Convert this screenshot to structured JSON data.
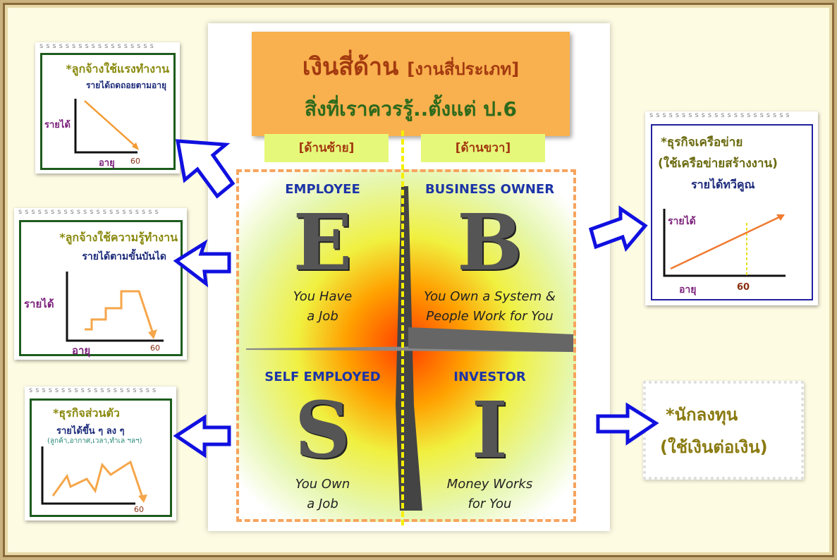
{
  "title": {
    "main": "เงินสี่ด้าน",
    "bracket": "[งานสี่ประเภท]",
    "subtitle": "สิ่งที่เราควรรู้..ตั้งแต่ ป.6"
  },
  "sides": {
    "left": "[ด้านซ้าย]",
    "right": "[ด้านขวา]"
  },
  "quadrants": [
    {
      "heading": "EMPLOYEE",
      "letter": "E",
      "line1": "You Have",
      "line2": "a Job"
    },
    {
      "heading": "BUSINESS OWNER",
      "letter": "B",
      "line1": "You Own a System &",
      "line2": "People Work for You"
    },
    {
      "heading": "SELF EMPLOYED",
      "letter": "S",
      "line1": "You Own",
      "line2": "a Job"
    },
    {
      "heading": "INVESTOR",
      "letter": "I",
      "line1": "Money Works",
      "line2": "for You"
    }
  ],
  "cards": {
    "employee_labor": {
      "title": "*ลูกจ้างใช้แรงทำงาน",
      "sub": "รายได้ถดถอยตามอายุ",
      "y": "รายได้",
      "x": "อายุ",
      "tick": "60"
    },
    "employee_knowledge": {
      "title": "*ลูกจ้างใช้ความรู้ทำงาน",
      "sub": "รายได้ตามขั้นบันได",
      "y": "รายได้",
      "x": "อายุ",
      "tick": "60"
    },
    "self_business": {
      "title": "*ธุรกิจส่วนตัว",
      "sub": "รายได้ขึ้น ๆ ลง ๆ",
      "note": "(ลูกค้า,อากาศ,เวลา,ทำเล ฯลฯ)",
      "tick": "60"
    },
    "network": {
      "title": "*ธุรกิจเครือข่าย",
      "sub1": "(ใช้เครือข่ายสร้างงาน)",
      "sub2": "รายได้ทวีคูณ",
      "y": "รายได้",
      "x": "อายุ",
      "tick": "60"
    },
    "investor": {
      "line1": "*นักลงทุน",
      "line2": "(ใช้เงินต่อเงิน)"
    }
  },
  "colors": {
    "arrow": "#1010e0",
    "orange": "#f9b04e",
    "line": "#f08a30"
  }
}
